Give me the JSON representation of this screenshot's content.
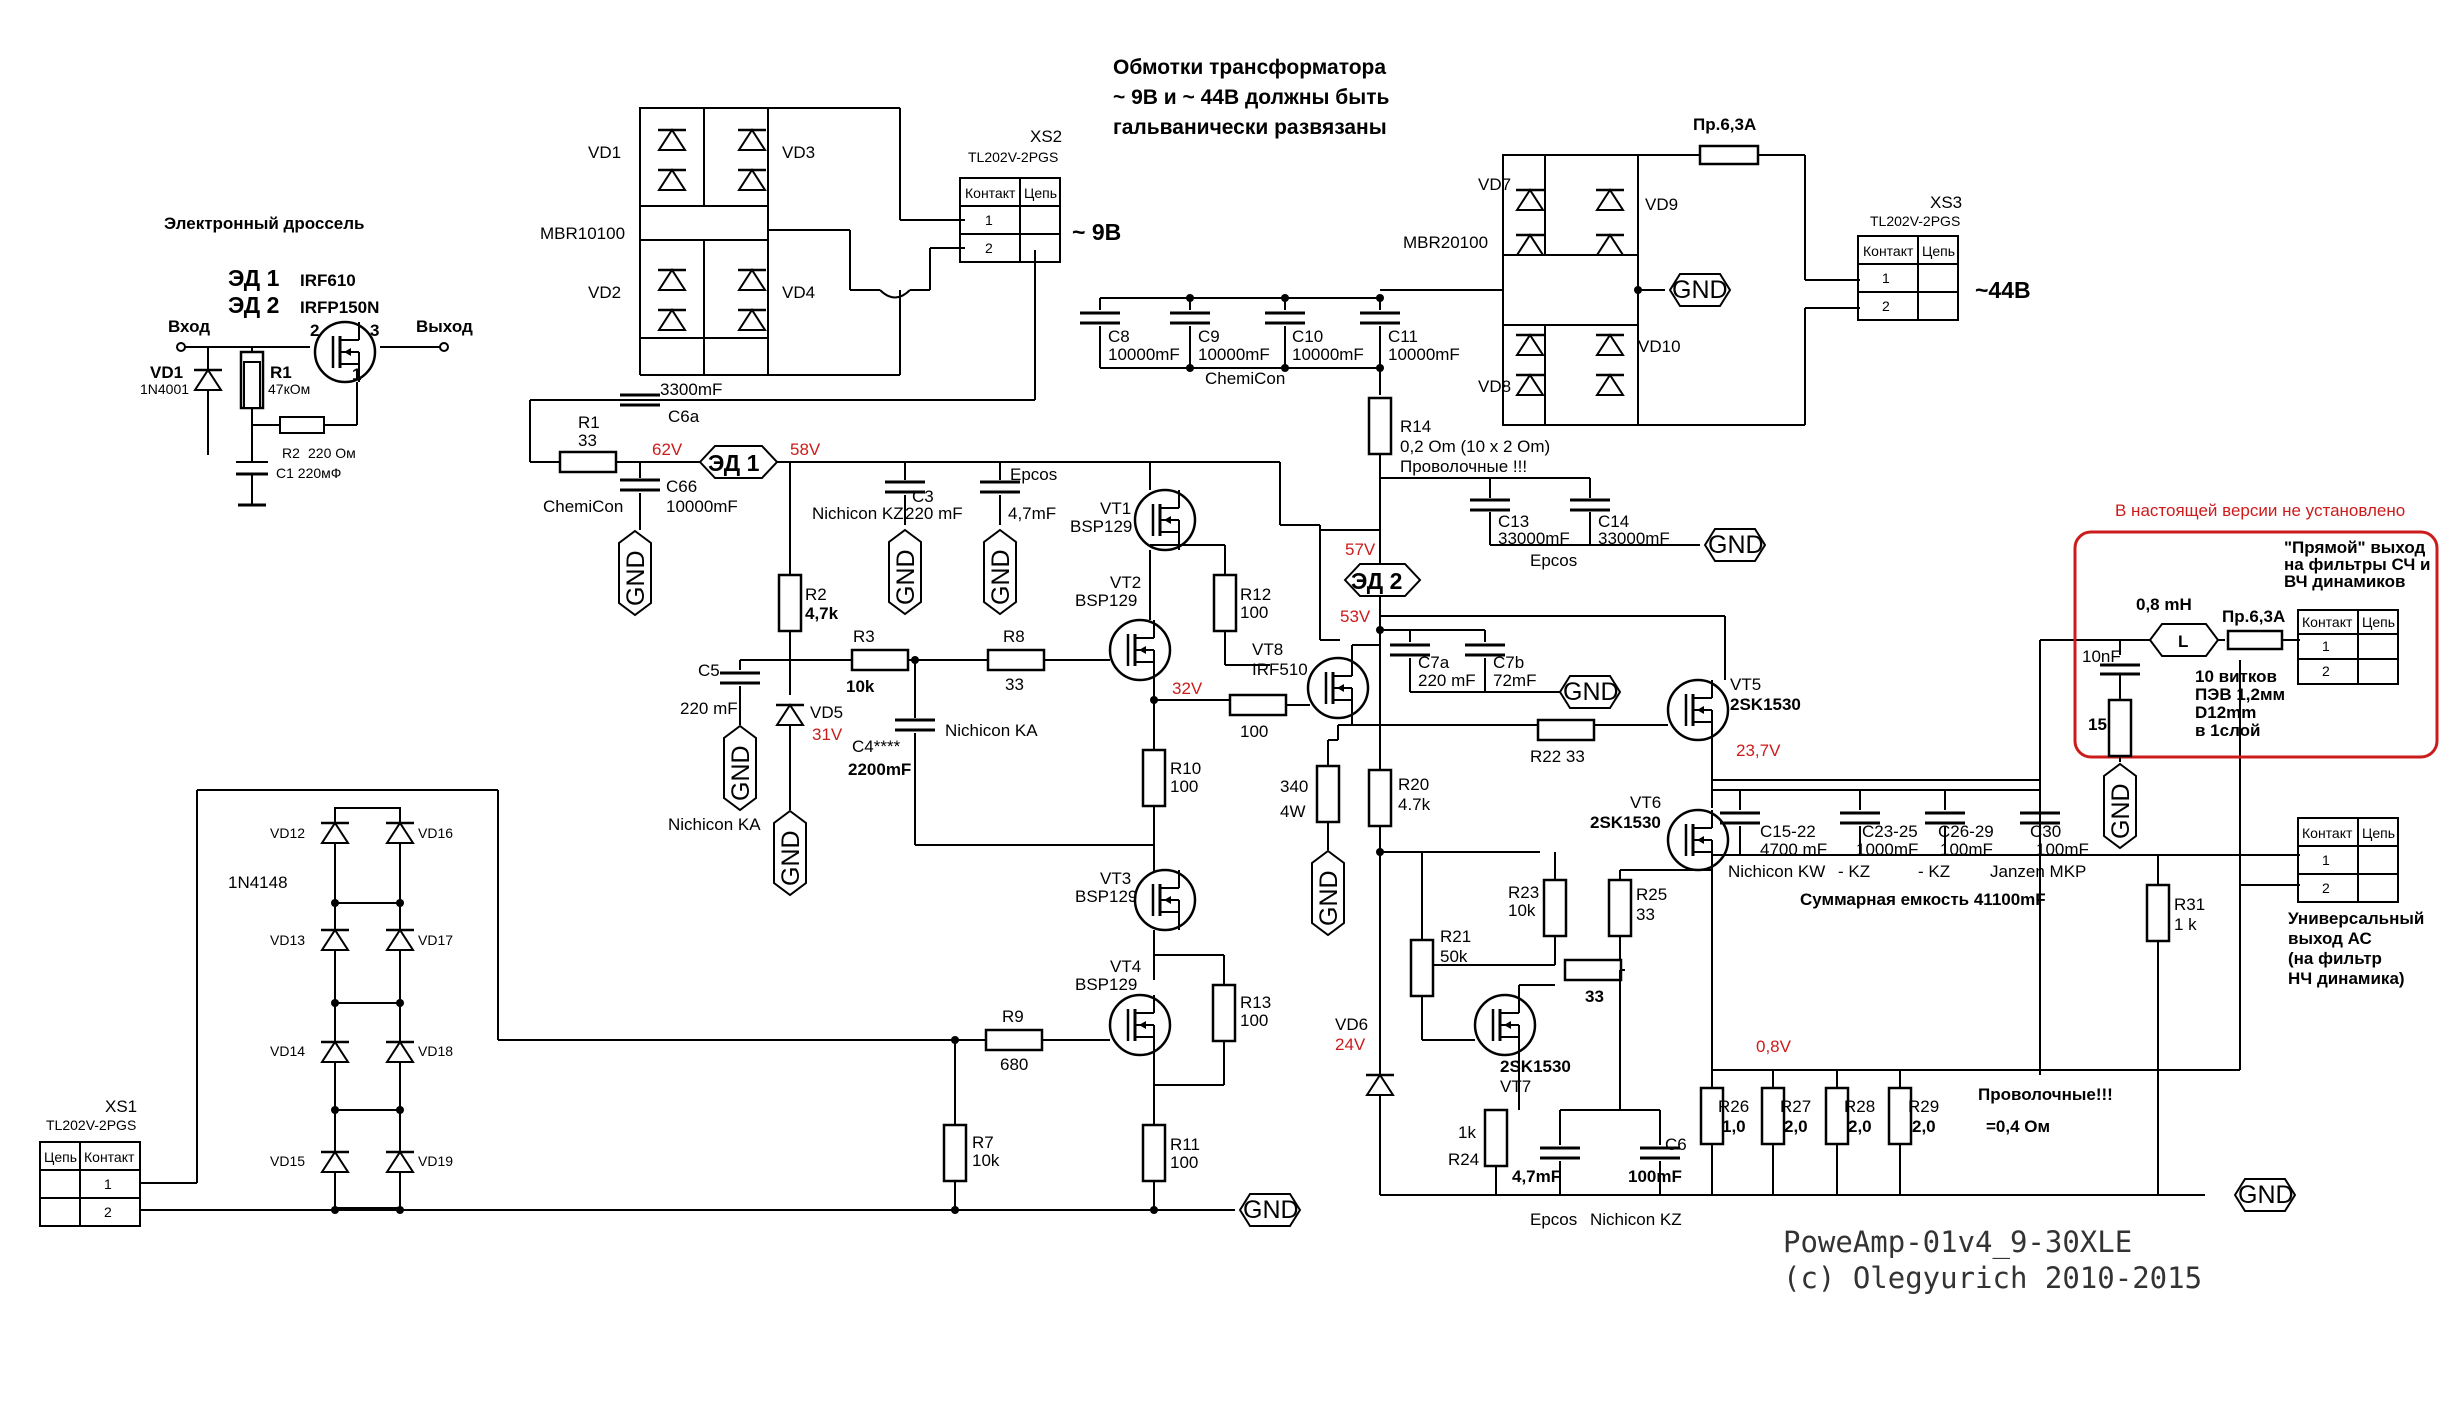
{
  "title_note": [
    "Обмотки трансформатора",
    "~ 9В и ~ 44В должны быть",
    "гальванически развязаны"
  ],
  "choke": {
    "title": "Электронный дроссель",
    "ed1": "ЭД 1",
    "ed1_part": "IRF610",
    "ed2": "ЭД 2",
    "ed2_part": "IRFP150N",
    "input": "Вход",
    "output": "Выход",
    "vd1": "VD1",
    "vd1_part": "1N4001",
    "r1": "R1",
    "r1_val": "47кОм",
    "r2": "R2",
    "r2_val": "220 Ом",
    "c1": "C1 220мФ",
    "pin1": "1",
    "pin2": "2",
    "pin3": "3"
  },
  "connectors": {
    "xs1": "XS1",
    "xs2": "XS2",
    "xs3": "XS3",
    "part": "TL202V-2PGS",
    "col_contact": "Контакт",
    "col_net": "Цепь",
    "p1": "1",
    "p2": "2",
    "v9": "~ 9В",
    "v44": "~44В",
    "out_label": [
      "Универсальный",
      "выход АС",
      "(на фильтр",
      "НЧ динамика)"
    ]
  },
  "bridges": {
    "vd1": "VD1",
    "vd2": "VD2",
    "vd3": "VD3",
    "vd4": "VD4",
    "part1": "MBR10100",
    "vd7": "VD7",
    "vd8": "VD8",
    "vd9": "VD9",
    "vd10": "VD10",
    "part2": "MBR20100",
    "fuse1": "Пр.6,3А",
    "vd12": "VD12",
    "vd13": "VD13",
    "vd14": "VD14",
    "vd15": "VD15",
    "vd16": "VD16",
    "vd17": "VD17",
    "vd18": "VD18",
    "vd19": "VD19",
    "part3": "1N4148"
  },
  "gnd": "GND",
  "ed_labels": {
    "ed1": "ЭД 1",
    "ed2": "ЭД 2"
  },
  "voltages": {
    "v62": "62V",
    "v58": "58V",
    "v57": "57V",
    "v53": "53V",
    "v32": "32V",
    "v31": "31V",
    "v24": "24V",
    "v23_7": "23,7V",
    "v0_8": "0,8V"
  },
  "parts": {
    "c6a": "C6a",
    "c6a_val": "3300mF",
    "r1": "R1",
    "r1_val": "33",
    "chemicon": "ChemiCon",
    "c66": "C66",
    "c66_val": "10000mF",
    "c3": "C3",
    "c3_val": "220 mF",
    "nichicon_kz": "Nichicon KZ",
    "epcos": "Epcos",
    "epcos_val": "4,7mF",
    "r2": "R2",
    "r2_val": "4,7k",
    "c5": "C5",
    "c5_val": "220 mF",
    "nichicon_ka": "Nichicon KA",
    "vd5": "VD5",
    "r3": "R3",
    "r3_val": "10k",
    "c4": "C4****",
    "c4_val": "2200mF",
    "c4_type": "Nichicon KA",
    "r8": "R8",
    "r8_val": "33",
    "vt1": "VT1",
    "vt1_part": "BSP129",
    "vt2": "VT2",
    "vt2_part": "BSP129",
    "vt3": "VT3",
    "vt3_part": "BSP129",
    "vt4": "VT4",
    "vt4_part": "BSP129",
    "r12": "R12",
    "r12_val": "100",
    "vt8": "VT8",
    "vt8_part": "IRF510",
    "r10": "R10",
    "r10_val": "100",
    "r13": "R13",
    "r13_val": "100",
    "r11": "R11",
    "r11_val": "100",
    "r9": "R9",
    "r9_val": "680",
    "r7": "R7",
    "r7_val": "10k",
    "r_100": "100",
    "r340": "340",
    "r340_w": "4W",
    "c8": "C8",
    "c9": "C9",
    "c10": "C10",
    "c11": "C11",
    "c_10000": "10000mF",
    "chemicon2": "ChemiCon",
    "r14": "R14",
    "r14_val": "0,2 Om (10 х 2 Om)",
    "r14_note": "Проволочные !!!",
    "c13": "C13",
    "c14": "C14",
    "c_33000": "33000mF",
    "epcos2": "Epcos",
    "c7a": "C7a",
    "c7a_val": "220 mF",
    "c7b": "C7b",
    "c7b_val": "72mF",
    "vt5": "VT5",
    "vt5_part": "2SK1530",
    "r22": "R22 33",
    "r20": "R20",
    "r20_val": "4.7k",
    "vt6": "VT6",
    "vt6_part": "2SK1530",
    "c15": "C15-22",
    "c15_val": "4700 mF",
    "c15_type": "Nichicon KW",
    "c23": "C23-25",
    "c23_val": "1000mF",
    "c23_type": "- KZ",
    "c26": "C26-29",
    "c26_val": "100mF",
    "c26_type": "- KZ",
    "c30": "C30",
    "c30_val": "100mF",
    "c30_type": "Janzen MKP",
    "sum_cap": "Суммарная емкость 41100mF",
    "r23": "R23",
    "r23_val": "10k",
    "r25": "R25",
    "r25_val": "33",
    "r21": "R21",
    "r21_val": "50k",
    "r_33": "33",
    "vd6": "VD6",
    "vt7": "VT7",
    "vt7_part": "2SK1530",
    "r24": "R24",
    "r24_val": "1k",
    "c_47": "4,7mF",
    "c6": "C6",
    "c6_val": "100mF",
    "epcos3": "Epcos",
    "nichicon_kz2": "Nichicon KZ",
    "r26": "R26",
    "r26_val": "1,0",
    "r27": "R27",
    "r27_val": "2,0",
    "r28": "R28",
    "r28_val": "2,0",
    "r29": "R29",
    "r29_val": "2,0",
    "wire_note": "Проволочные!!!",
    "wire_val": "=0,4 Ом",
    "r31": "R31",
    "r31_val": "1 k"
  },
  "direct_out": {
    "not_installed": "В настоящей версии не установлено",
    "title": [
      "\"Прямой\" выход",
      "на фильтры СЧ и",
      "ВЧ динамиков"
    ],
    "ind_val": "0,8 mH",
    "ind_sym": "L",
    "fuse": "Пр.6,3А",
    "c_10n": "10nF",
    "r15": "15",
    "coil": [
      "10 витков",
      "ПЭВ 1,2мм",
      "D12mm",
      "в 1слой"
    ]
  },
  "footer": [
    "PoweAmp-01v4_9-30XLE",
    "(c) Olegyurich 2010-2015"
  ],
  "colors": {
    "red": "#cc1b1b",
    "line": "#000000"
  }
}
